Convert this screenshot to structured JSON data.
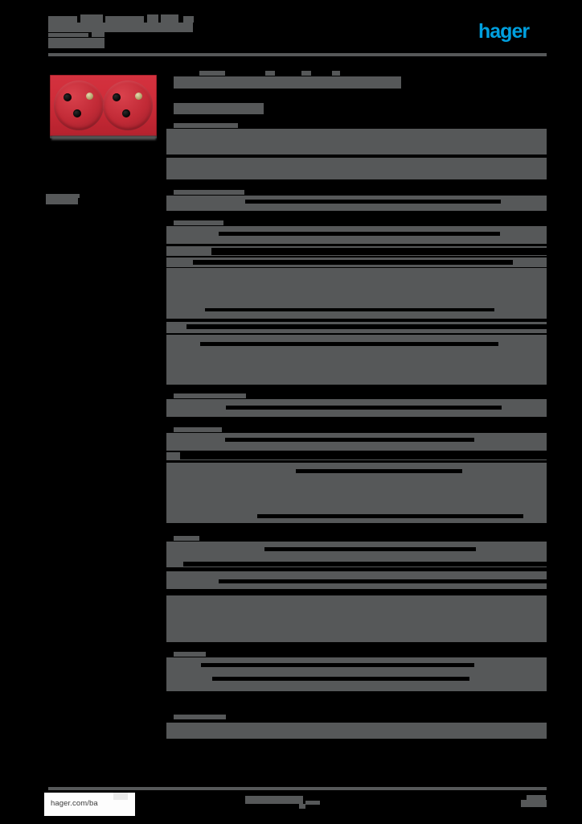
{
  "document": {
    "kind": "product-datasheet",
    "brand": "hager",
    "logo_color": "#00a0df",
    "background_color": "#000000",
    "redaction_color": "#565859",
    "page_size": "724x1024"
  },
  "header": {
    "title_redacted": true,
    "subtitle_redacted": true,
    "logo_label": "hager",
    "rule": true
  },
  "product_image": {
    "alt": "red double electrical socket outlet",
    "body_color": "#cf2c39",
    "socket_count": 2,
    "pin_color": "#b0a46b",
    "hole_color": "#050505"
  },
  "sidebar": {
    "caption_redacted": true
  },
  "content": {
    "note": "All textual content in this datasheet is redacted (solid gray blocks).",
    "sections": [
      {
        "name": "title-block",
        "rows": 2
      },
      {
        "name": "subtitle-block",
        "rows": 1
      },
      {
        "name": "specs-block-1",
        "rows": 5
      },
      {
        "name": "specs-block-2",
        "rows": 4
      },
      {
        "name": "specs-block-3",
        "rows": 8
      },
      {
        "name": "specs-block-4",
        "rows": 2
      },
      {
        "name": "specs-block-5",
        "rows": 7
      },
      {
        "name": "specs-block-6",
        "rows": 8
      },
      {
        "name": "specs-block-7",
        "rows": 4
      },
      {
        "name": "specs-block-8",
        "rows": 2
      }
    ]
  },
  "footer": {
    "url": "hager.com/ba",
    "center_redacted": true,
    "page_number_redacted": true,
    "rule": true
  }
}
